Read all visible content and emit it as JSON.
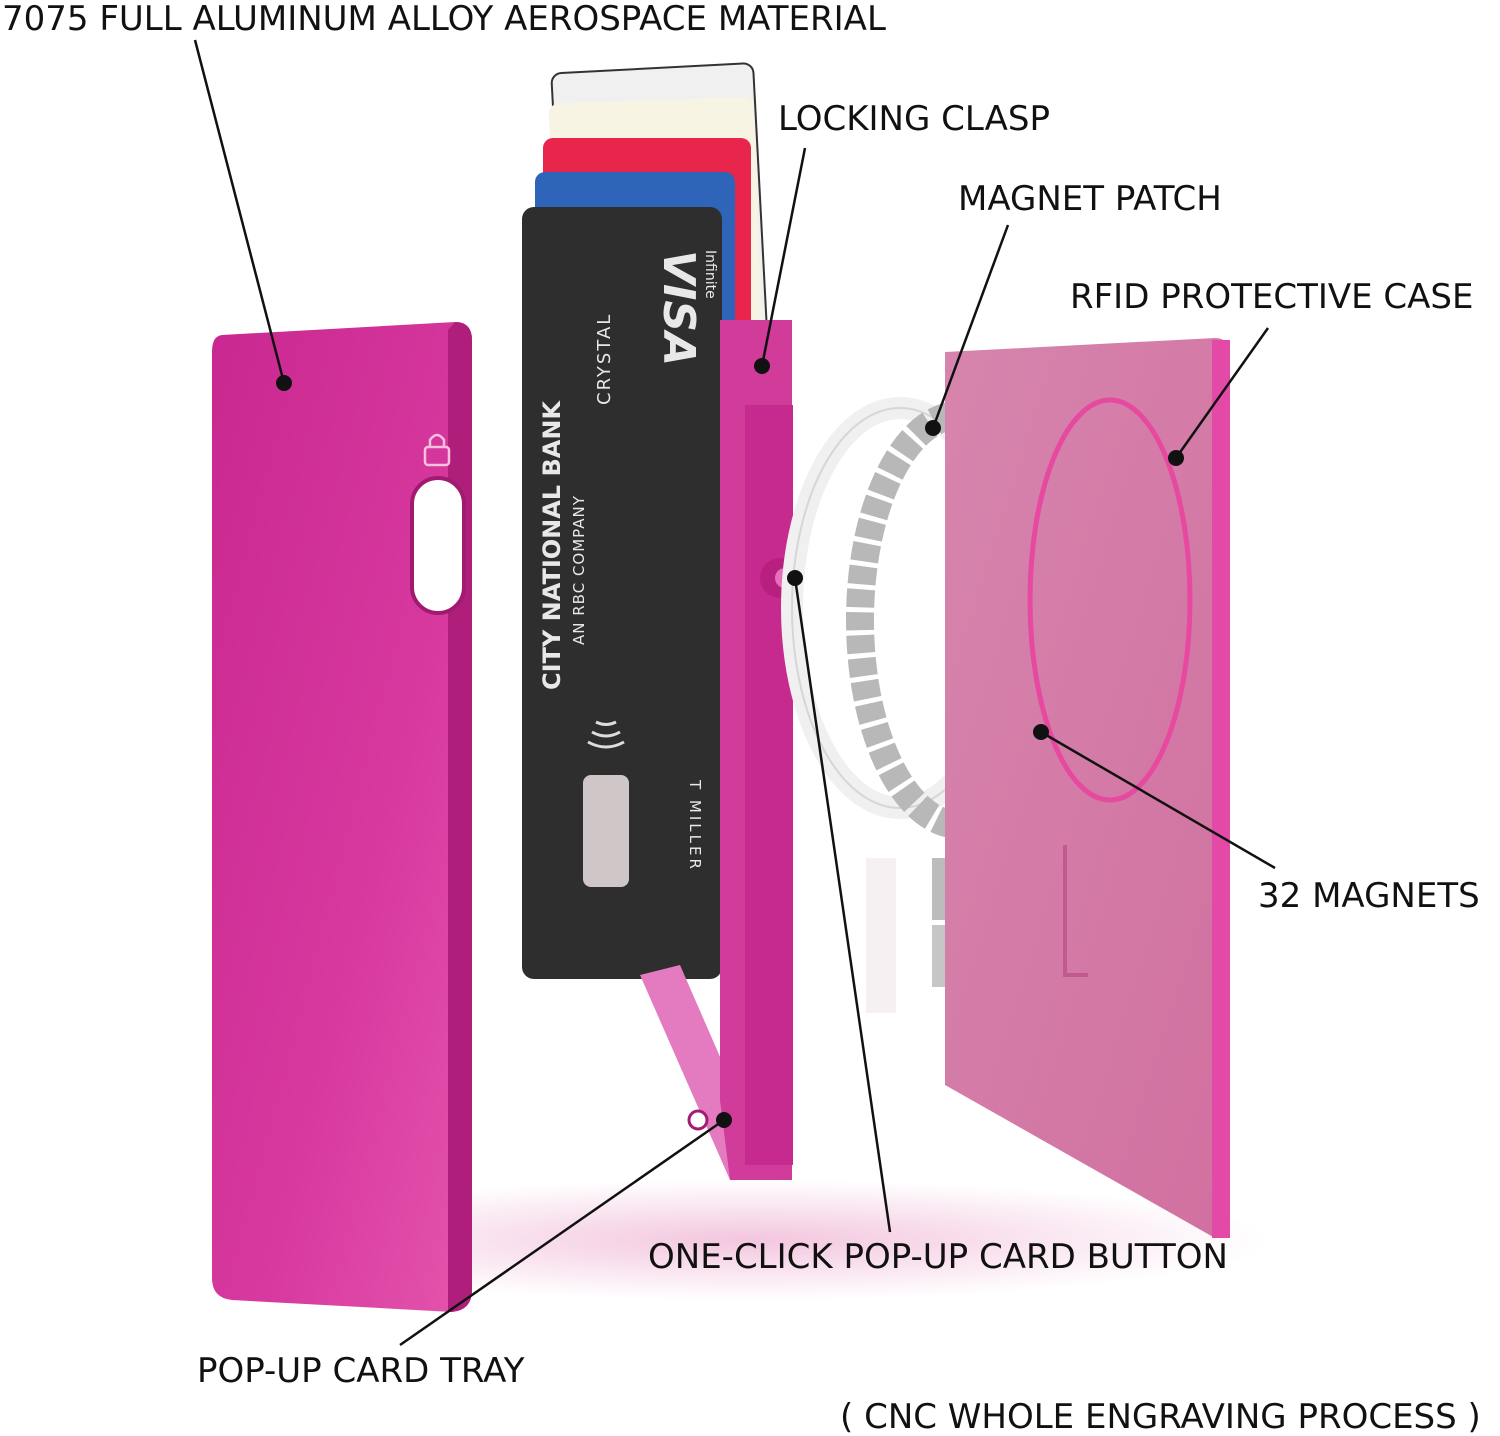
{
  "labels": {
    "material": "7075 FULL ALUMINUM ALLOY AEROSPACE MATERIAL",
    "locking_clasp": "LOCKING CLASP",
    "magnet_patch": "MAGNET PATCH",
    "rfid_case": "RFID PROTECTIVE CASE",
    "magnets": "32 MAGNETS",
    "popup_button": "ONE-CLICK POP-UP CARD BUTTON",
    "card_tray": "POP-UP CARD TRAY",
    "process": "( CNC WHOLE ENGRAVING PROCESS )"
  },
  "card": {
    "bank": "CITY NATIONAL BANK",
    "subtitle": "AN RBC COMPANY",
    "tier": "CRYSTAL",
    "brand": "VISA",
    "brand_sub": "Infinite",
    "holder": "T MILLER"
  },
  "colors": {
    "shell_pink": "#d42f9a",
    "case_pink": "#d77aa8",
    "card_dark": "#2e2e2e",
    "magnet_gray": "#b8b8b8"
  },
  "icons": [
    "lock-icon",
    "contactless-icon",
    "chip-icon"
  ]
}
